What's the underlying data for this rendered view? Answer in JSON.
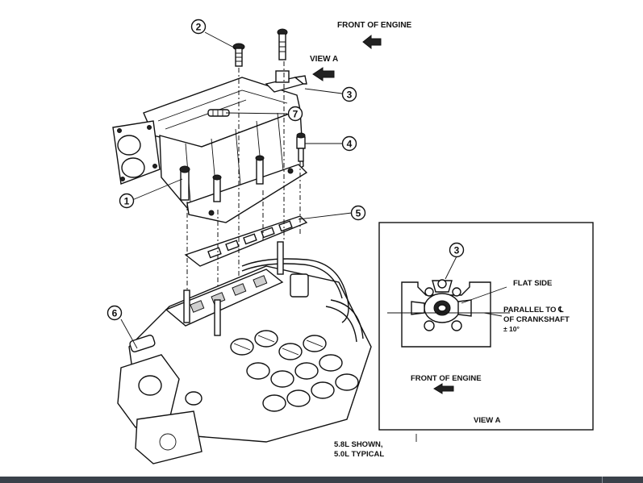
{
  "labels": {
    "front_of_engine_top": "FRONT OF ENGINE",
    "view_a_top": "VIEW A",
    "flat_side": "FLAT SIDE",
    "parallel_line1": "PARALLEL TO ℄",
    "parallel_line2": "OF CRANKSHAFT",
    "parallel_line3": "± 10°",
    "front_of_engine_inset": "FRONT OF ENGINE",
    "view_a_inset": "VIEW A",
    "shown_line1": "5.8L SHOWN,",
    "shown_line2": "5.0L TYPICAL"
  },
  "callouts": [
    {
      "id": "1",
      "text": "1"
    },
    {
      "id": "2",
      "text": "2"
    },
    {
      "id": "3",
      "text": "3"
    },
    {
      "id": "4",
      "text": "4"
    },
    {
      "id": "5",
      "text": "5"
    },
    {
      "id": "6",
      "text": "6"
    },
    {
      "id": "7",
      "text": "7"
    },
    {
      "id": "3-inset",
      "text": "3"
    }
  ],
  "colors": {
    "line": "#111111",
    "background": "#ffffff",
    "bottom_bar": "#3a414a"
  }
}
